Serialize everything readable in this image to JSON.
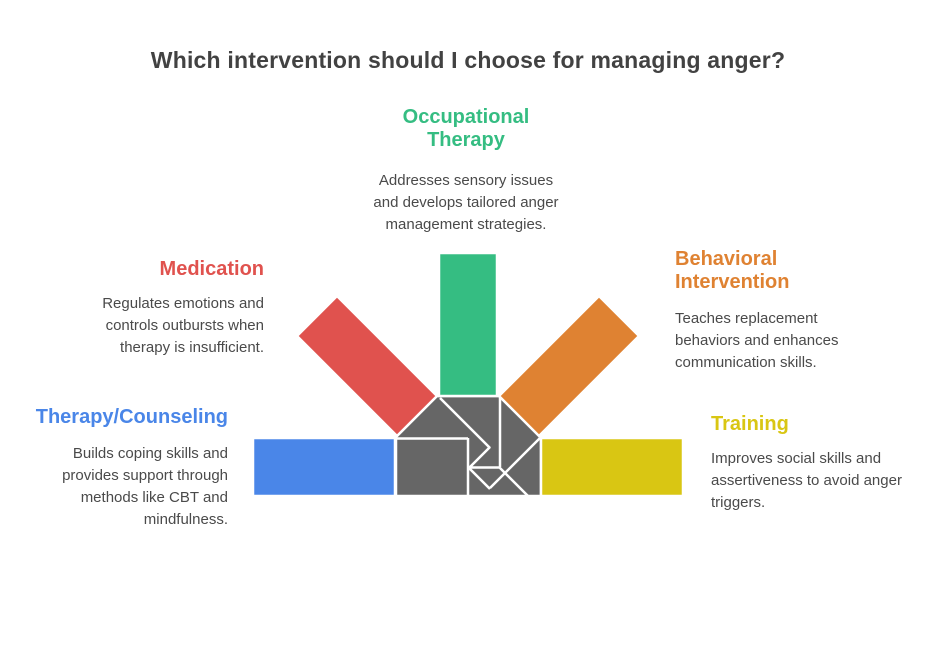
{
  "title": "Which intervention should I choose for managing anger?",
  "colors": {
    "title_text": "#424242",
    "body_text": "#4a4a4a",
    "arrow_gray": "#666666",
    "background": "#ffffff"
  },
  "sections": [
    {
      "id": "occupational-therapy",
      "heading": "Occupational Therapy",
      "description": "Addresses sensory issues and develops tailored anger management strategies.",
      "color": "#35bd82",
      "position": "top-center",
      "arrow_direction": "down"
    },
    {
      "id": "medication",
      "heading": "Medication",
      "description": "Regulates emotions and controls outbursts when therapy is insufficient.",
      "color": "#e0524e",
      "position": "upper-left",
      "arrow_direction": "down-right"
    },
    {
      "id": "behavioral-intervention",
      "heading": "Behavioral Intervention",
      "description": "Teaches replacement behaviors and enhances communication skills.",
      "color": "#df8232",
      "position": "upper-right",
      "arrow_direction": "down-left"
    },
    {
      "id": "therapy-counseling",
      "heading": "Therapy/Counseling",
      "description": "Builds coping skills and provides support through methods like CBT and mindfulness.",
      "color": "#4a86e8",
      "position": "lower-left",
      "arrow_direction": "right"
    },
    {
      "id": "training",
      "heading": "Training",
      "description": "Improves social skills and assertiveness to avoid anger triggers.",
      "color": "#d9c613",
      "position": "lower-right",
      "arrow_direction": "left"
    }
  ]
}
